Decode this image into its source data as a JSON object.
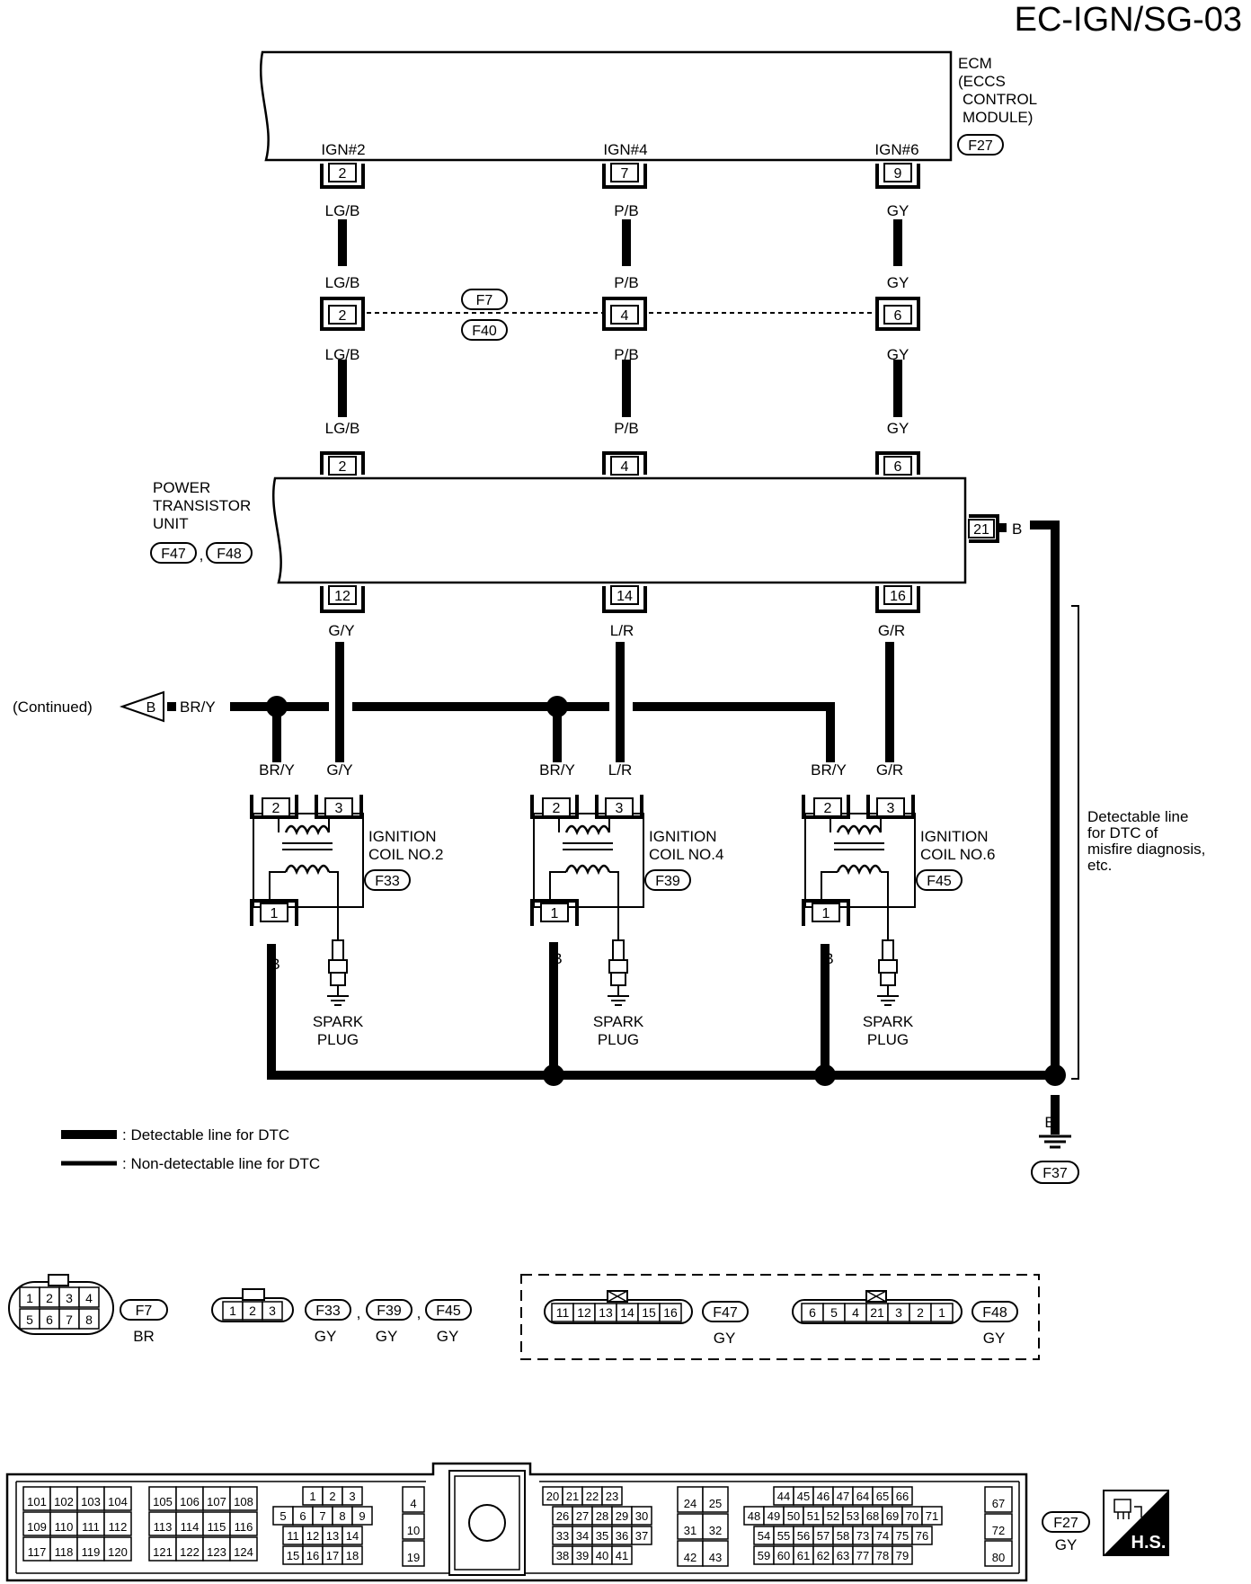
{
  "page_code": "EC-IGN/SG-03",
  "ecm": {
    "name_lines": [
      "ECM",
      "(ECCS",
      "CONTROL",
      "MODULE)"
    ],
    "connector": "F27",
    "pin_labels": [
      "IGN#2",
      "IGN#4",
      "IGN#6"
    ],
    "pins": [
      "2",
      "7",
      "9"
    ]
  },
  "wires": {
    "ecm_side": [
      "LG/B",
      "P/B",
      "GY"
    ],
    "coil_side": [
      "G/Y",
      "L/R",
      "G/R"
    ],
    "feed": "BR/Y",
    "ground": "B"
  },
  "joint": {
    "connectors": [
      "F7",
      "F40"
    ],
    "pins": [
      "2",
      "4",
      "6"
    ]
  },
  "power_transistor": {
    "name_lines": [
      "POWER",
      "TRANSISTOR",
      "UNIT"
    ],
    "connectors": [
      "F47",
      "F48"
    ],
    "separator": ",",
    "input_pins": [
      "2",
      "4",
      "6"
    ],
    "output_pins": [
      "12",
      "14",
      "16"
    ],
    "ground_pin": "21"
  },
  "continued": {
    "text": "(Continued)",
    "arrow_label": "B"
  },
  "coils": [
    {
      "lines": [
        "IGNITION",
        "COIL NO.2"
      ],
      "connector": "F33",
      "pins": [
        "2",
        "3",
        "1"
      ]
    },
    {
      "lines": [
        "IGNITION",
        "COIL NO.4"
      ],
      "connector": "F39",
      "pins": [
        "2",
        "3",
        "1"
      ]
    },
    {
      "lines": [
        "IGNITION",
        "COIL NO.6"
      ],
      "connector": "F45",
      "pins": [
        "2",
        "3",
        "1"
      ]
    }
  ],
  "spark_plug_lines": [
    "SPARK",
    "PLUG"
  ],
  "detectable_note_lines": [
    "Detectable line",
    "for DTC of",
    "misfire diagnosis,",
    "etc."
  ],
  "ground_connector": "F37",
  "legend": [
    {
      "text": ": Detectable line for DTC"
    },
    {
      "text": ": Non-detectable line for DTC"
    }
  ],
  "connector_views": {
    "f7": {
      "row1": [
        "1",
        "2",
        "3",
        "4"
      ],
      "row2": [
        "5",
        "6",
        "7",
        "8"
      ],
      "id": "F7",
      "color": "BR"
    },
    "coil": {
      "cells": [
        "1",
        "2",
        "3"
      ],
      "ids": [
        "F33",
        "F39",
        "F45"
      ],
      "seps": [
        ",",
        ","
      ],
      "colors": [
        "GY",
        "GY",
        "GY"
      ]
    },
    "f47": {
      "cells": [
        "11",
        "12",
        "13",
        "14",
        "15",
        "16"
      ],
      "id": "F47",
      "color": "GY"
    },
    "f48": {
      "cells": [
        "6",
        "5",
        "4",
        "21",
        "3",
        "2",
        "1"
      ],
      "id": "F48",
      "color": "GY"
    },
    "f27": {
      "g1": [
        [
          "101",
          "102",
          "103",
          "104"
        ],
        [
          "109",
          "110",
          "111",
          "112"
        ],
        [
          "117",
          "118",
          "119",
          "120"
        ]
      ],
      "g2": [
        [
          "105",
          "106",
          "107",
          "108"
        ],
        [
          "113",
          "114",
          "115",
          "116"
        ],
        [
          "121",
          "122",
          "123",
          "124"
        ]
      ],
      "g3": [
        [
          "1",
          "2",
          "3"
        ],
        [
          "5",
          "6",
          "7",
          "8",
          "9"
        ],
        [
          "11",
          "12",
          "13",
          "14"
        ],
        [
          "15",
          "16",
          "17",
          "18"
        ]
      ],
      "g4": [
        [
          "4"
        ],
        [
          "10"
        ],
        [
          "19"
        ]
      ],
      "g5": [
        [
          "20",
          "21",
          "22",
          "23"
        ],
        [
          "26",
          "27",
          "28",
          "29",
          "30"
        ],
        [
          "33",
          "34",
          "35",
          "36",
          "37"
        ],
        [
          "38",
          "39",
          "40",
          "41"
        ]
      ],
      "g6": [
        [
          "24",
          "25"
        ],
        [
          "31",
          "32"
        ],
        [
          "42",
          "43"
        ]
      ],
      "g7": [
        [
          "44",
          "45",
          "46",
          "47",
          "64",
          "65",
          "66"
        ],
        [
          "48",
          "49",
          "50",
          "51",
          "52",
          "53",
          "68",
          "69",
          "70",
          "71"
        ],
        [
          "54",
          "55",
          "56",
          "57",
          "58",
          "73",
          "74",
          "75",
          "76"
        ],
        [
          "59",
          "60",
          "61",
          "62",
          "63",
          "77",
          "78",
          "79"
        ]
      ],
      "g8": [
        [
          "67"
        ],
        [
          "72"
        ],
        [
          "80"
        ]
      ],
      "id": "F27",
      "color": "GY"
    }
  },
  "hs_badge": "H.S."
}
